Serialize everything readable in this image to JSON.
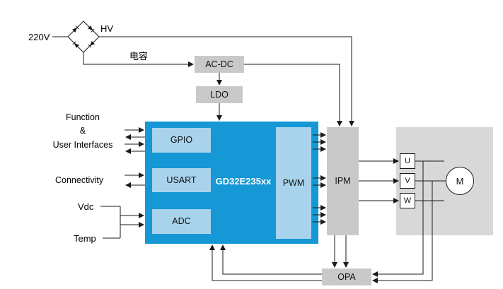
{
  "diagram": {
    "power": {
      "source_label": "220V",
      "hv_label": "HV",
      "capacitor_label": "电容",
      "acdc_label": "AC-DC",
      "ldo_label": "LDO"
    },
    "mcu": {
      "name": "GD32E235xx",
      "gpio_label": "GPIO",
      "usart_label": "USART",
      "adc_label": "ADC",
      "pwm_label": "PWM"
    },
    "left_labels": {
      "function_line1": "Function",
      "function_line2": "&",
      "function_line3": "User Interfaces",
      "connectivity": "Connectivity",
      "vdc": "Vdc",
      "temp": "Temp"
    },
    "output": {
      "ipm_label": "IPM",
      "opa_label": "OPA",
      "phase_u": "U",
      "phase_v": "V",
      "phase_w": "W",
      "motor_label": "M"
    },
    "colors": {
      "mcu_blue": "#1697d6",
      "module_light_blue": "#a9d3ed",
      "block_gray": "#c9c9c9",
      "motor_area_gray": "#d8d8d8",
      "line_black": "#1a1a1a"
    }
  }
}
